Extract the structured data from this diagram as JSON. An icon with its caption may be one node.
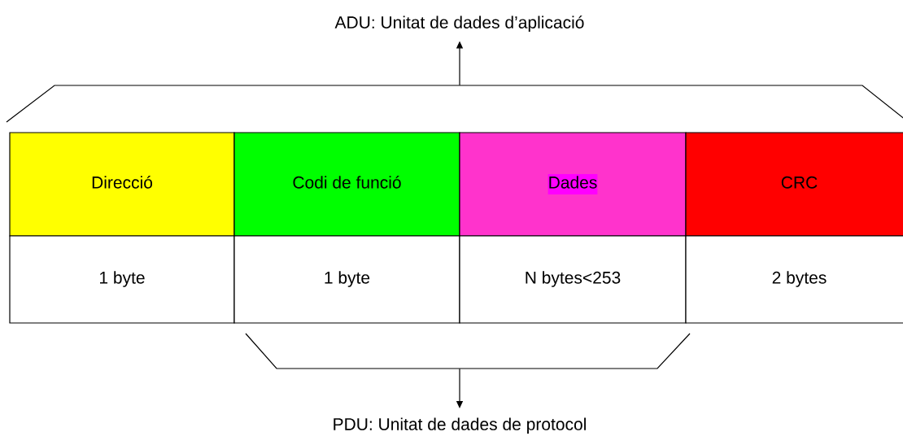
{
  "diagram": {
    "nodes": [
      {
        "text": [
          "ADU: Unitat de dades d’aplicació"
        ]
      },
      {
        "text": [],
        "shape": "bracket"
      },
      {
        "text": [
          "Direcció"
        ]
      },
      {
        "text": [
          "Codi de funció"
        ]
      },
      {
        "text": [
          "Dades"
        ]
      },
      {
        "text": [
          "CRC"
        ]
      },
      {
        "text": [
          "1 byte"
        ]
      },
      {
        "text": [
          "1 byte"
        ]
      },
      {
        "text": [
          "N bytes<253"
        ]
      },
      {
        "text": [
          "2 bytes"
        ]
      },
      {
        "text": [],
        "shape": "bracket"
      },
      {
        "text": [
          "PDU: Unitat de dades de protocol"
        ]
      }
    ],
    "edges": [
      {
        "from": 1,
        "to": 0,
        "arrow": "to"
      },
      {
        "from": 10,
        "to": 11,
        "arrow": "to"
      }
    ]
  }
}
